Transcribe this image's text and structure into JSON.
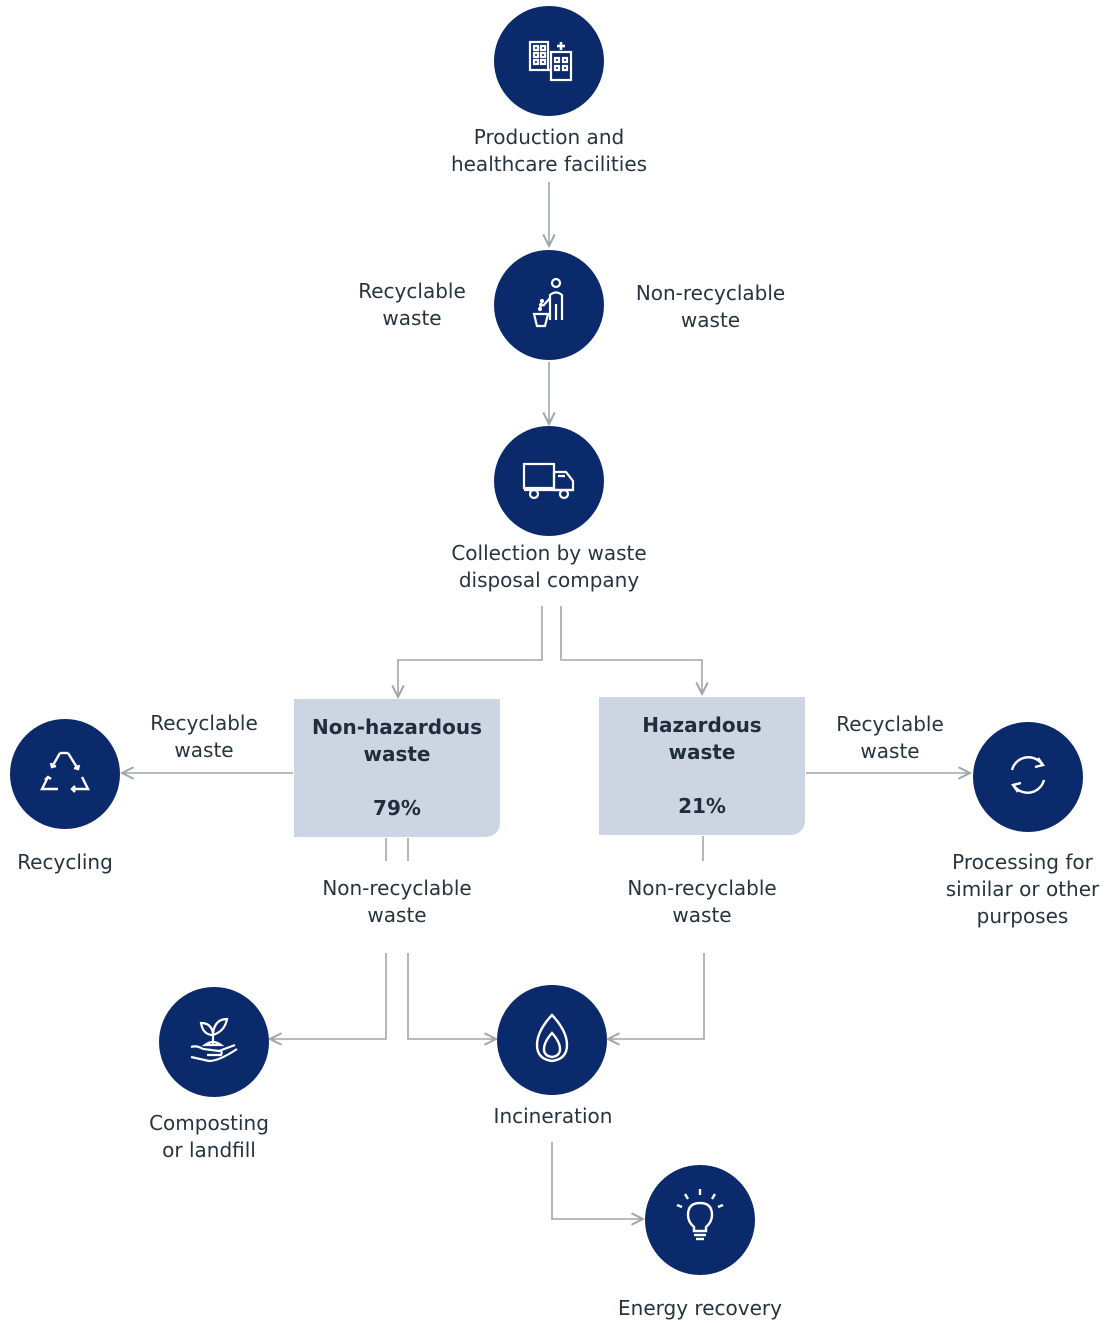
{
  "colors": {
    "node_fill": "#0b2a6b",
    "box_fill": "#ccd5e1",
    "connector": "#9ea6ae",
    "icon_stroke": "#ffffff"
  },
  "nodes": {
    "facilities": {
      "icon": "buildings-icon",
      "label": "Production and\nhealthcare facilities"
    },
    "sorting": {
      "icon": "person-dropping-waste-icon",
      "left_label": "Recyclable\nwaste",
      "right_label": "Non-recyclable\nwaste"
    },
    "collection": {
      "icon": "truck-icon",
      "label": "Collection by waste\ndisposal company"
    },
    "non_hazardous": {
      "title": "Non-hazardous\nwaste",
      "percent": "79%"
    },
    "hazardous": {
      "title": "Hazardous\nwaste",
      "percent": "21%"
    },
    "recycling": {
      "icon": "recycle-icon",
      "label": "Recycling",
      "edge_label": "Recyclable\nwaste"
    },
    "processing": {
      "icon": "circular-arrows-icon",
      "label": "Processing for\nsimilar or other\npurposes",
      "edge_label": "Recyclable\nwaste"
    },
    "non_haz_nonrecyclable": {
      "edge_label": "Non-recyclable\nwaste"
    },
    "haz_nonrecyclable": {
      "edge_label": "Non-recyclable\nwaste"
    },
    "composting": {
      "icon": "plant-in-hand-icon",
      "label": "Composting\nor landfill"
    },
    "incineration": {
      "icon": "flame-icon",
      "label": "Incineration"
    },
    "energy": {
      "icon": "lightbulb-icon",
      "label": "Energy recovery"
    }
  }
}
